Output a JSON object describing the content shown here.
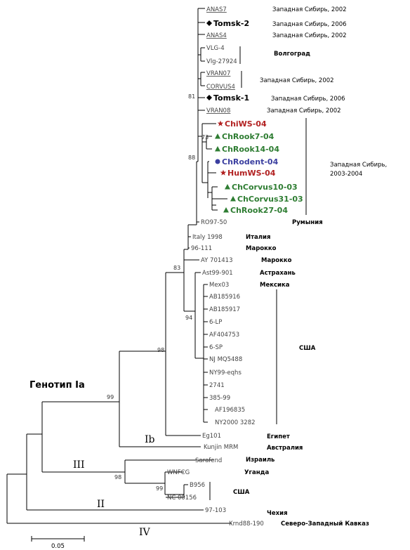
{
  "colors": {
    "branch": "#000000",
    "tip_default": "#444444",
    "tip_black": "#000000",
    "tip_red": "#b22222",
    "tip_green": "#2e7d32",
    "tip_blue": "#3b3fa0"
  },
  "tips": [
    {
      "id": "anas7",
      "label": "ANAS7",
      "underline": true
    },
    {
      "id": "tomsk2",
      "label": "Tomsk-2",
      "marker": "diamond",
      "color": "black"
    },
    {
      "id": "anas4",
      "label": "ANAS4",
      "underline": true
    },
    {
      "id": "vlg4",
      "label": "VLG-4"
    },
    {
      "id": "vlg27924",
      "label": "Vlg-27924"
    },
    {
      "id": "vran07",
      "label": "VRAN07",
      "underline": true
    },
    {
      "id": "corvus4",
      "label": "CORVUS4",
      "underline": true
    },
    {
      "id": "tomsk1",
      "label": "Tomsk-1",
      "marker": "diamond",
      "color": "black"
    },
    {
      "id": "vran08",
      "label": "VRAN08",
      "underline": true
    },
    {
      "id": "chiws04",
      "label": "ChiWS-04",
      "marker": "star",
      "color": "red"
    },
    {
      "id": "chrook7",
      "label": "ChRook7-04",
      "marker": "triangle",
      "color": "green"
    },
    {
      "id": "chrook14",
      "label": "ChRook14-04",
      "marker": "triangle",
      "color": "green"
    },
    {
      "id": "chrodent",
      "label": "ChRodent-04",
      "marker": "circle",
      "color": "blue"
    },
    {
      "id": "humws04",
      "label": "HumWS-04",
      "marker": "star",
      "color": "red"
    },
    {
      "id": "chcorvus10",
      "label": "ChCorvus10-03",
      "marker": "triangle",
      "color": "green"
    },
    {
      "id": "chcorvus31",
      "label": "ChCorvus31-03",
      "marker": "triangle",
      "color": "green"
    },
    {
      "id": "chrook27",
      "label": "ChRook27-04",
      "marker": "triangle",
      "color": "green"
    },
    {
      "id": "ro97",
      "label": "RO97-50"
    },
    {
      "id": "italy",
      "label": "Italy 1998"
    },
    {
      "id": "m96",
      "label": "96-111"
    },
    {
      "id": "ay701413",
      "label": "AY 701413"
    },
    {
      "id": "ast99",
      "label": "Ast99-901"
    },
    {
      "id": "mex03",
      "label": "Mex03"
    },
    {
      "id": "ab185916",
      "label": "AB185916"
    },
    {
      "id": "ab185917",
      "label": "AB185917"
    },
    {
      "id": "lp6",
      "label": "6-LP"
    },
    {
      "id": "af404753",
      "label": "AF404753"
    },
    {
      "id": "sp6",
      "label": "6-SP"
    },
    {
      "id": "njmq",
      "label": "NJ MQ5488"
    },
    {
      "id": "ny99",
      "label": "NY99-eqhs"
    },
    {
      "id": "t2741",
      "label": "2741"
    },
    {
      "id": "t385",
      "label": "385-99"
    },
    {
      "id": "af196835",
      "label": "AF196835"
    },
    {
      "id": "ny2000",
      "label": "NY2000 3282"
    },
    {
      "id": "eg101",
      "label": "Eg101"
    },
    {
      "id": "kunjin",
      "label": "Kunjin MRM"
    },
    {
      "id": "sarafend",
      "label": "Sarafend"
    },
    {
      "id": "wnfcg",
      "label": "WNFCG"
    },
    {
      "id": "b956",
      "label": "B956"
    },
    {
      "id": "nc00156",
      "label": "NC 00156"
    },
    {
      "id": "t97103",
      "label": "97-103"
    },
    {
      "id": "krnd",
      "label": "Krnd88-190"
    }
  ],
  "regions": {
    "anas7": "Западная Сибирь, 2002",
    "tomsk2": "Западная Сибирь, 2006",
    "anas4": "Западная Сибирь, 2002",
    "volgograd": "Волгоград",
    "vran_corvus": "Западная Сибирь, 2002",
    "tomsk1": "Западная Сибирь, 2006",
    "vran08": "Западная Сибирь, 2002",
    "wsib_line1": "Западная Сибирь,",
    "wsib_line2": "2003-2004",
    "romania": "Румыния",
    "italy": "Италия",
    "morocco1": "Марокко",
    "morocco2": "Марокко",
    "astrakhan": "Астрахань",
    "mexico": "Мексика",
    "usa1": "США",
    "egypt": "Египет",
    "australia": "Австралия",
    "israel": "Израиль",
    "uganda": "Уганда",
    "usa2": "США",
    "czech": "Чехия",
    "nw_caucasus": "Северо-Западный Кавказ"
  },
  "bootstrap": {
    "b81": "81",
    "b73": "73",
    "b88": "88",
    "b83": "83",
    "b94": "94",
    "b98a": "98",
    "b99a": "99",
    "b98b": "98",
    "b99b": "99"
  },
  "genotypes": {
    "ia": "Генотип Ia",
    "ib": "Ib",
    "iii": "III",
    "ii": "II",
    "iv": "IV"
  },
  "scale": {
    "label": "0.05"
  }
}
